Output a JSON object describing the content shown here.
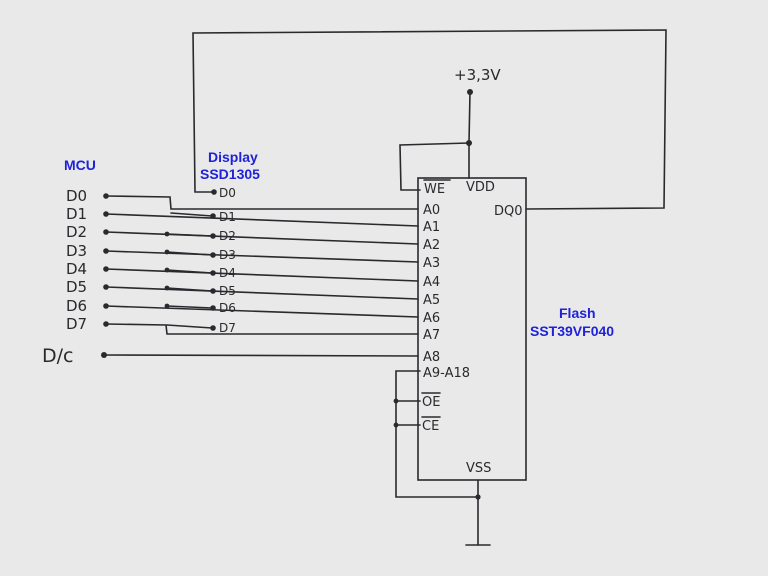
{
  "labels": {
    "mcu": "MCU",
    "display_line1": "Display",
    "display_line2": "SSD1305",
    "flash_line1": "Flash",
    "flash_line2": "SST39VF040",
    "supply": "+3,3V",
    "dc": "D/c"
  },
  "mcu_pins": [
    "D0",
    "D1",
    "D2",
    "D3",
    "D4",
    "D5",
    "D6",
    "D7"
  ],
  "display_pins": [
    "D0",
    "D1",
    "D2",
    "D3",
    "D4",
    "D5",
    "D6",
    "D7"
  ],
  "flash_left_pins": [
    "A0",
    "A1",
    "A2",
    "A3",
    "A4",
    "A5",
    "A6",
    "A7",
    "A8",
    "A9-A18"
  ],
  "flash_top_pins": {
    "we": "WE",
    "vdd": "VDD"
  },
  "flash_right_pins": {
    "dq0": "DQ0"
  },
  "flash_control_pins": {
    "oe": "OE",
    "ce": "CE"
  },
  "flash_bottom_pin": "VSS"
}
